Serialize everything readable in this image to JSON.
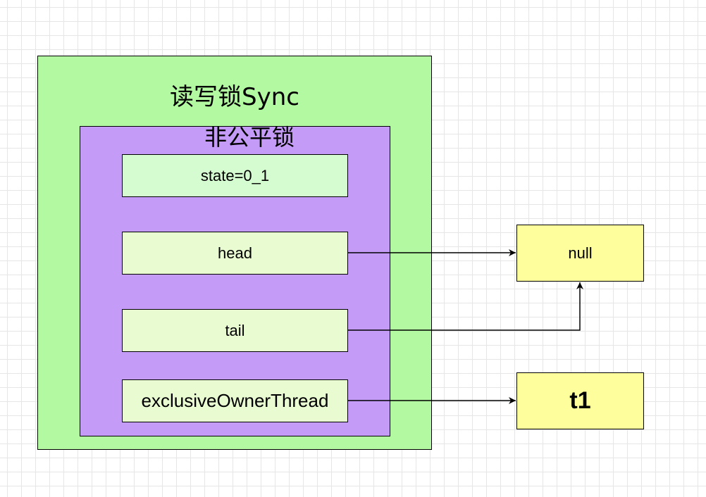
{
  "outer_box": {
    "title": "读写锁Sync"
  },
  "inner_box": {
    "title": "非公平锁"
  },
  "fields": {
    "state": "state=0_1",
    "head": "head",
    "tail": "tail",
    "exclusive_owner_thread": "exclusiveOwnerThread"
  },
  "targets": {
    "null_node": "null",
    "thread_node": "t1"
  },
  "colors": {
    "outer_fill": "#b3f9a1",
    "inner_fill": "#c49cf8",
    "state_fill": "#d5fbd0",
    "field_fill": "#e8fbd1",
    "target_fill": "#fefe9d"
  }
}
